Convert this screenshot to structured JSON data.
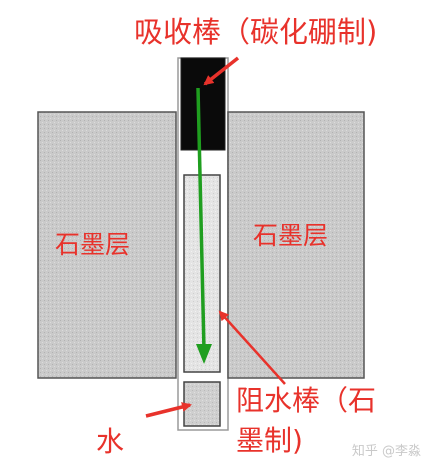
{
  "labels": {
    "absorber_rod": "吸收棒（碳化硼制)",
    "graphite_left": "石墨层",
    "graphite_right": "石墨层",
    "blocker_rod_line1": "阻水棒（石",
    "blocker_rod_line2": "墨制)",
    "water": "水"
  },
  "watermark": "知乎 @李淼",
  "colors": {
    "label_red": "#e8322b",
    "arrow_red": "#e8322b",
    "movement_arrow_green": "#1f9e1f",
    "graphite_gray": "#c8c8c8",
    "absorber_black": "#0a0a0a",
    "blocker_light": "#e2e2e2",
    "outline": "#555555"
  }
}
